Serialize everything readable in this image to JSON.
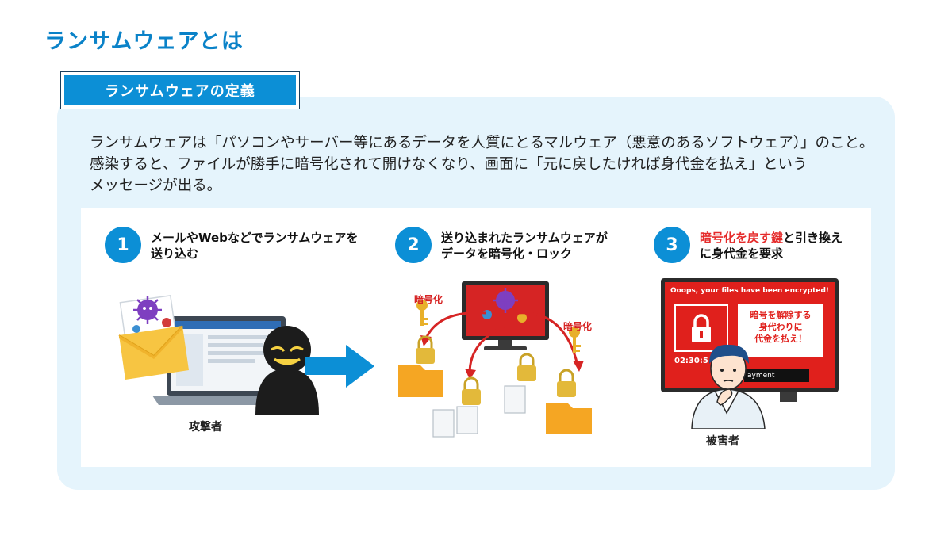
{
  "page": {
    "title": "ランサムウェアとは"
  },
  "section": {
    "label": "ランサムウェアの定義"
  },
  "description": {
    "line1": "ランサムウェアは「パソコンやサーバー等にあるデータを人質にとるマルウェア（悪意のあるソフトウェア）」のこと。",
    "line2": "感染すると、ファイルが勝手に暗号化されて開けなくなり、画面に「元に戻したければ身代金を払え」という",
    "line3": "メッセージが出る。"
  },
  "steps": [
    {
      "number": "1",
      "line1": "メールやWebなどでランサムウェアを",
      "line2": "送り込む"
    },
    {
      "number": "2",
      "line1": "送り込まれたランサムウェアが",
      "line2": "データを暗号化・ロック"
    },
    {
      "number": "3",
      "line1_red": "暗号化を戻す鍵",
      "line1_rest": "と引き換え",
      "line2": "に身代金を要求"
    }
  ],
  "captions": {
    "attacker": "攻撃者",
    "victim": "被害者",
    "encrypt_left": "暗号化",
    "encrypt_right": "暗号化"
  },
  "ransom_screen": {
    "header": "Ooops, your files have been encrypted!",
    "message_line1": "暗号を解除する",
    "message_line2": "身代わりに",
    "message_line3": "代金を払え！",
    "timer": "02:30:5",
    "button": "ayment"
  },
  "colors": {
    "title_blue": "#0a82c8",
    "accent_blue": "#0c8fd6",
    "panel_bg": "#e5f4fc",
    "ransom_red": "#e0201c",
    "highlight_red": "#e52b2b",
    "folder_orange": "#f5a623",
    "lock_gold": "#c9a227"
  },
  "icons": [
    "envelope-icon",
    "virus-icon",
    "laptop-icon",
    "hacker-icon",
    "arrow-right-icon",
    "monitor-icon",
    "key-icon",
    "padlock-icon",
    "folder-icon",
    "document-icon",
    "victim-person-icon"
  ]
}
